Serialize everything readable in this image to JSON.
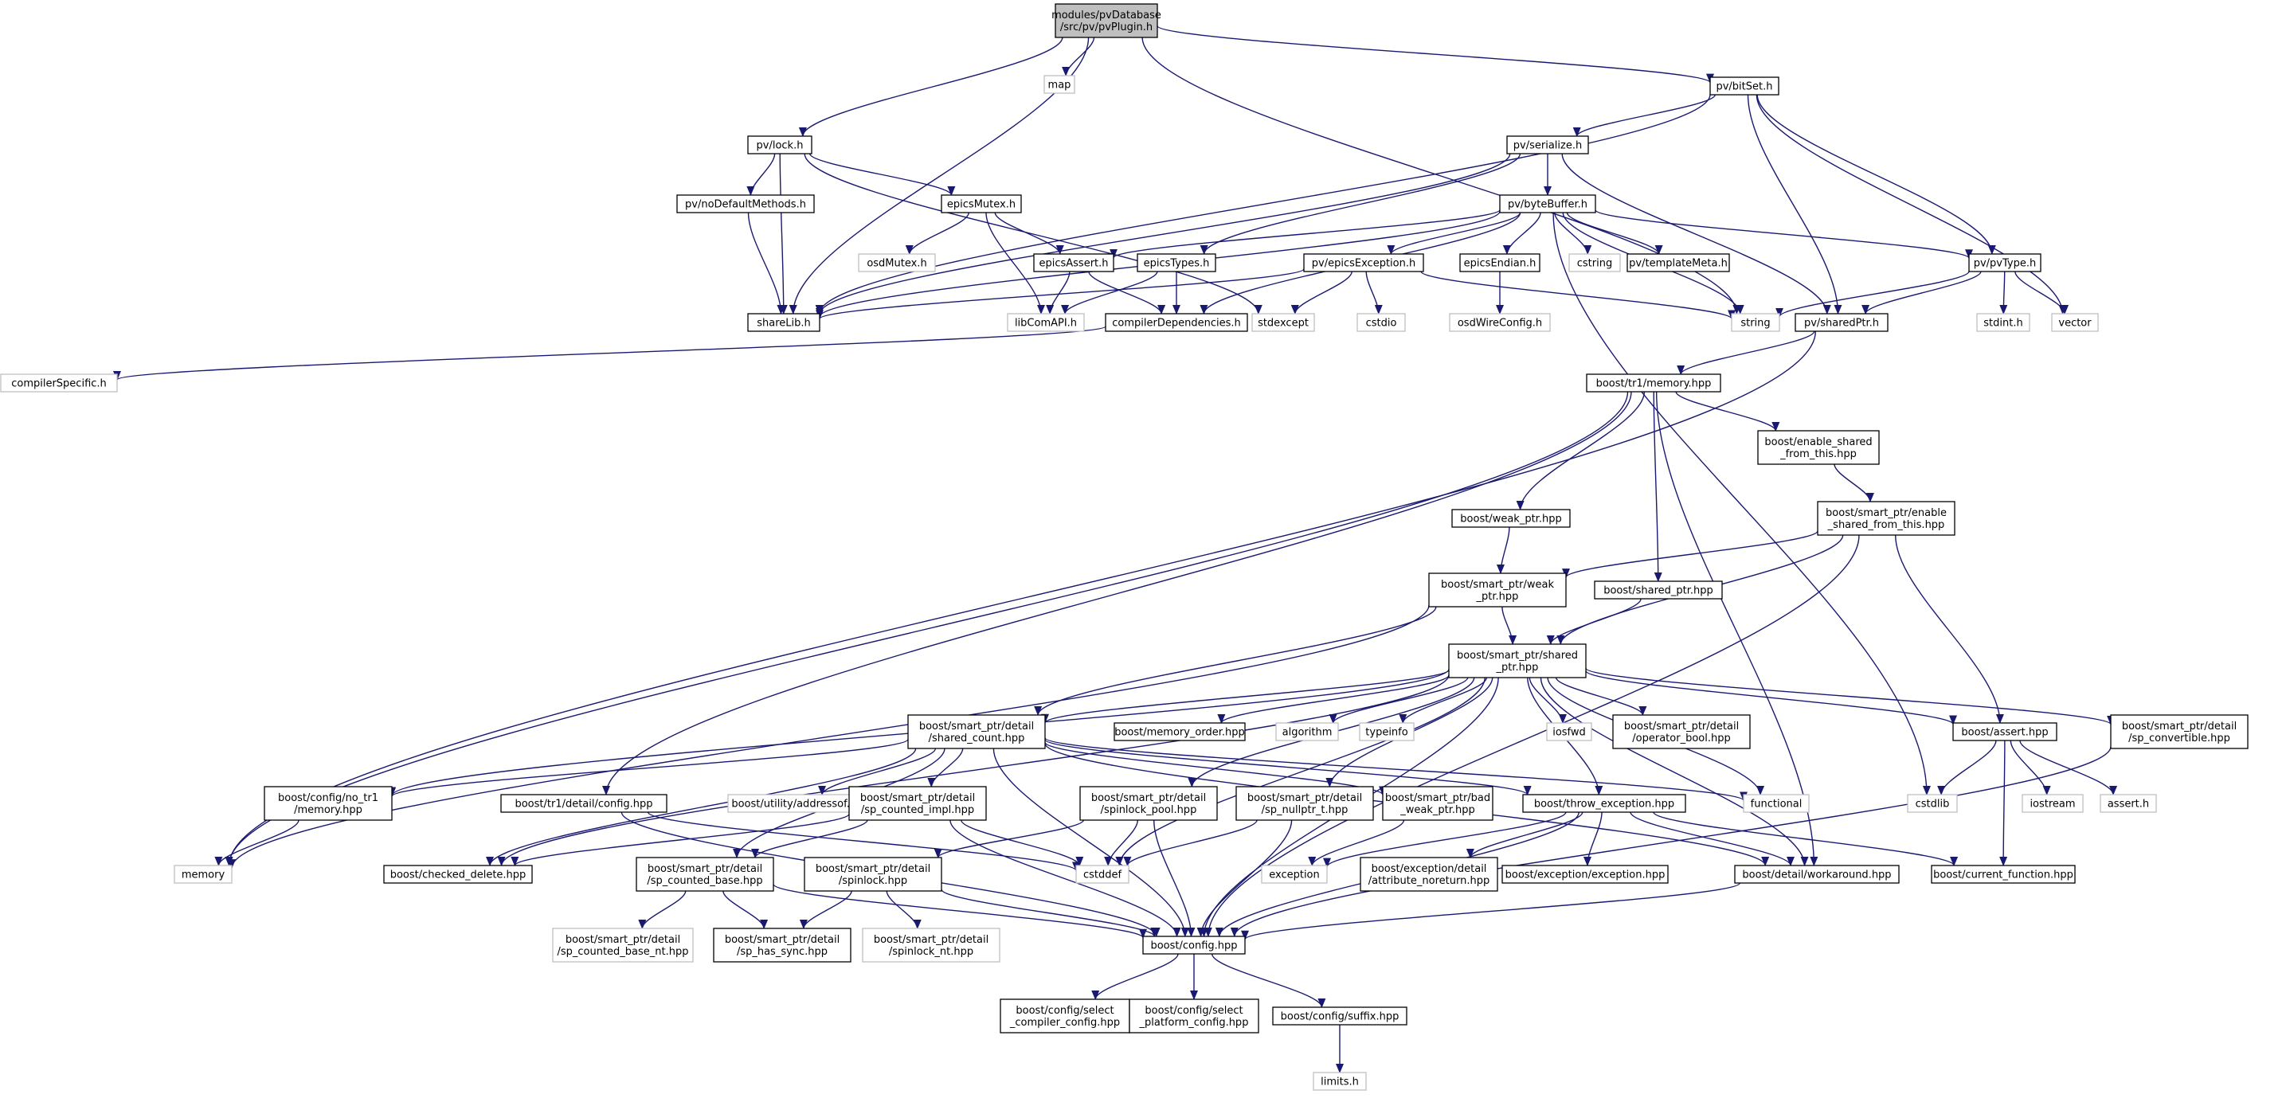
{
  "diagram": {
    "colors": {
      "edge": "#191970",
      "root_fill": "#bfbfbf",
      "node_border": "#000000",
      "external_border": "#bfbfbf",
      "text": "#000000"
    },
    "nodes": {
      "pvPlugin": {
        "lines": [
          "modules/pvDatabase",
          "/src/pv/pvPlugin.h"
        ],
        "kind": "root"
      },
      "map": {
        "lines": [
          "map"
        ],
        "kind": "external"
      },
      "lock": {
        "lines": [
          "pv/lock.h"
        ],
        "kind": "file"
      },
      "bitSet": {
        "lines": [
          "pv/bitSet.h"
        ],
        "kind": "file"
      },
      "serialize": {
        "lines": [
          "pv/serialize.h"
        ],
        "kind": "file"
      },
      "noDefaultMethods": {
        "lines": [
          "pv/noDefaultMethods.h"
        ],
        "kind": "file"
      },
      "epicsMutex": {
        "lines": [
          "epicsMutex.h"
        ],
        "kind": "file"
      },
      "byteBuffer": {
        "lines": [
          "pv/byteBuffer.h"
        ],
        "kind": "file"
      },
      "osdMutex": {
        "lines": [
          "osdMutex.h"
        ],
        "kind": "external"
      },
      "epicsAssert": {
        "lines": [
          "epicsAssert.h"
        ],
        "kind": "file"
      },
      "epicsTypes": {
        "lines": [
          "epicsTypes.h"
        ],
        "kind": "file"
      },
      "epicsException": {
        "lines": [
          "pv/epicsException.h"
        ],
        "kind": "file"
      },
      "epicsEndian": {
        "lines": [
          "epicsEndian.h"
        ],
        "kind": "file"
      },
      "cstring": {
        "lines": [
          "cstring"
        ],
        "kind": "external"
      },
      "templateMeta": {
        "lines": [
          "pv/templateMeta.h"
        ],
        "kind": "file"
      },
      "pvType": {
        "lines": [
          "pv/pvType.h"
        ],
        "kind": "file"
      },
      "shareLib": {
        "lines": [
          "shareLib.h"
        ],
        "kind": "file"
      },
      "libComAPI": {
        "lines": [
          "libComAPI.h"
        ],
        "kind": "external"
      },
      "compilerDependencies": {
        "lines": [
          "compilerDependencies.h"
        ],
        "kind": "file"
      },
      "stdexcept": {
        "lines": [
          "stdexcept"
        ],
        "kind": "external"
      },
      "cstdio": {
        "lines": [
          "cstdio"
        ],
        "kind": "external"
      },
      "osdWireConfig": {
        "lines": [
          "osdWireConfig.h"
        ],
        "kind": "external"
      },
      "string": {
        "lines": [
          "string"
        ],
        "kind": "external"
      },
      "sharedPtr": {
        "lines": [
          "pv/sharedPtr.h"
        ],
        "kind": "file"
      },
      "stdint": {
        "lines": [
          "stdint.h"
        ],
        "kind": "external"
      },
      "vector": {
        "lines": [
          "vector"
        ],
        "kind": "external"
      },
      "compilerSpecific": {
        "lines": [
          "compilerSpecific.h"
        ],
        "kind": "external"
      },
      "tr1memory": {
        "lines": [
          "boost/tr1/memory.hpp"
        ],
        "kind": "file"
      },
      "enableShared": {
        "lines": [
          "boost/enable_shared",
          "_from_this.hpp"
        ],
        "kind": "file"
      },
      "weakPtrHpp": {
        "lines": [
          "boost/weak_ptr.hpp"
        ],
        "kind": "file"
      },
      "spEnableShared": {
        "lines": [
          "boost/smart_ptr/enable",
          "_shared_from_this.hpp"
        ],
        "kind": "file"
      },
      "spWeakPtr": {
        "lines": [
          "boost/smart_ptr/weak",
          "_ptr.hpp"
        ],
        "kind": "file"
      },
      "sharedPtrHpp": {
        "lines": [
          "boost/shared_ptr.hpp"
        ],
        "kind": "file"
      },
      "spSharedPtr": {
        "lines": [
          "boost/smart_ptr/shared",
          "_ptr.hpp"
        ],
        "kind": "file"
      },
      "sharedCount": {
        "lines": [
          "boost/smart_ptr/detail",
          "/shared_count.hpp"
        ],
        "kind": "file"
      },
      "memoryOrder": {
        "lines": [
          "boost/memory_order.hpp"
        ],
        "kind": "file"
      },
      "algorithm": {
        "lines": [
          "algorithm"
        ],
        "kind": "external"
      },
      "typeinfo": {
        "lines": [
          "typeinfo"
        ],
        "kind": "external"
      },
      "iosfwd": {
        "lines": [
          "iosfwd"
        ],
        "kind": "external"
      },
      "operatorBool": {
        "lines": [
          "boost/smart_ptr/detail",
          "/operator_bool.hpp"
        ],
        "kind": "file"
      },
      "assertHpp": {
        "lines": [
          "boost/assert.hpp"
        ],
        "kind": "file"
      },
      "spConvertible": {
        "lines": [
          "boost/smart_ptr/detail",
          "/sp_convertible.hpp"
        ],
        "kind": "file"
      },
      "noTr1Memory": {
        "lines": [
          "boost/config/no_tr1",
          "/memory.hpp"
        ],
        "kind": "file"
      },
      "tr1DetailConfig": {
        "lines": [
          "boost/tr1/detail/config.hpp"
        ],
        "kind": "file"
      },
      "addressof": {
        "lines": [
          "boost/utility/addressof.hpp"
        ],
        "kind": "external"
      },
      "spCountedImpl": {
        "lines": [
          "boost/smart_ptr/detail",
          "/sp_counted_impl.hpp"
        ],
        "kind": "file"
      },
      "spinlockPool": {
        "lines": [
          "boost/smart_ptr/detail",
          "/spinlock_pool.hpp"
        ],
        "kind": "file"
      },
      "spNullptr": {
        "lines": [
          "boost/smart_ptr/detail",
          "/sp_nullptr_t.hpp"
        ],
        "kind": "file"
      },
      "badWeakPtr": {
        "lines": [
          "boost/smart_ptr/bad",
          "_weak_ptr.hpp"
        ],
        "kind": "file"
      },
      "throwException": {
        "lines": [
          "boost/throw_exception.hpp"
        ],
        "kind": "file"
      },
      "functional": {
        "lines": [
          "functional"
        ],
        "kind": "external"
      },
      "cstdlib": {
        "lines": [
          "cstdlib"
        ],
        "kind": "external"
      },
      "iostream": {
        "lines": [
          "iostream"
        ],
        "kind": "external"
      },
      "assertH": {
        "lines": [
          "assert.h"
        ],
        "kind": "external"
      },
      "memory": {
        "lines": [
          "memory"
        ],
        "kind": "external"
      },
      "checkedDelete": {
        "lines": [
          "boost/checked_delete.hpp"
        ],
        "kind": "file"
      },
      "spCountedBase": {
        "lines": [
          "boost/smart_ptr/detail",
          "/sp_counted_base.hpp"
        ],
        "kind": "file"
      },
      "spinlock": {
        "lines": [
          "boost/smart_ptr/detail",
          "/spinlock.hpp"
        ],
        "kind": "file"
      },
      "cstddef": {
        "lines": [
          "cstddef"
        ],
        "kind": "external"
      },
      "exception": {
        "lines": [
          "exception"
        ],
        "kind": "external"
      },
      "attrNoreturn": {
        "lines": [
          "boost/exception/detail",
          "/attribute_noreturn.hpp"
        ],
        "kind": "file"
      },
      "exceptionHpp": {
        "lines": [
          "boost/exception/exception.hpp"
        ],
        "kind": "file"
      },
      "workaround": {
        "lines": [
          "boost/detail/workaround.hpp"
        ],
        "kind": "file"
      },
      "currentFunction": {
        "lines": [
          "boost/current_function.hpp"
        ],
        "kind": "file"
      },
      "spCountedBaseNt": {
        "lines": [
          "boost/smart_ptr/detail",
          "/sp_counted_base_nt.hpp"
        ],
        "kind": "external"
      },
      "spHasSync": {
        "lines": [
          "boost/smart_ptr/detail",
          "/sp_has_sync.hpp"
        ],
        "kind": "file"
      },
      "spinlockNt": {
        "lines": [
          "boost/smart_ptr/detail",
          "/spinlock_nt.hpp"
        ],
        "kind": "external"
      },
      "configHpp": {
        "lines": [
          "boost/config.hpp"
        ],
        "kind": "file"
      },
      "selectCompiler": {
        "lines": [
          "boost/config/select",
          "_compiler_config.hpp"
        ],
        "kind": "file"
      },
      "selectPlatform": {
        "lines": [
          "boost/config/select",
          "_platform_config.hpp"
        ],
        "kind": "file"
      },
      "suffix": {
        "lines": [
          "boost/config/suffix.hpp"
        ],
        "kind": "file"
      },
      "limits": {
        "lines": [
          "limits.h"
        ],
        "kind": "external"
      }
    },
    "edges": [
      [
        "pvPlugin",
        "map"
      ],
      [
        "pvPlugin",
        "lock"
      ],
      [
        "pvPlugin",
        "bitSet"
      ],
      [
        "pvPlugin",
        "shareLib"
      ],
      [
        "pvPlugin",
        "string"
      ],
      [
        "lock",
        "noDefaultMethods"
      ],
      [
        "lock",
        "epicsMutex"
      ],
      [
        "lock",
        "shareLib"
      ],
      [
        "lock",
        "stdexcept"
      ],
      [
        "noDefaultMethods",
        "shareLib"
      ],
      [
        "epicsMutex",
        "osdMutex"
      ],
      [
        "epicsMutex",
        "epicsAssert"
      ],
      [
        "epicsMutex",
        "libComAPI"
      ],
      [
        "epicsAssert",
        "libComAPI"
      ],
      [
        "epicsAssert",
        "compilerDependencies"
      ],
      [
        "epicsTypes",
        "libComAPI"
      ],
      [
        "epicsTypes",
        "compilerDependencies"
      ],
      [
        "compilerDependencies",
        "compilerSpecific"
      ],
      [
        "bitSet",
        "serialize"
      ],
      [
        "bitSet",
        "shareLib"
      ],
      [
        "bitSet",
        "sharedPtr"
      ],
      [
        "bitSet",
        "pvType"
      ],
      [
        "bitSet",
        "vector"
      ],
      [
        "serialize",
        "byteBuffer"
      ],
      [
        "serialize",
        "shareLib"
      ],
      [
        "serialize",
        "epicsTypes"
      ],
      [
        "serialize",
        "sharedPtr"
      ],
      [
        "byteBuffer",
        "epicsAssert"
      ],
      [
        "byteBuffer",
        "epicsException"
      ],
      [
        "byteBuffer",
        "epicsEndian"
      ],
      [
        "byteBuffer",
        "cstring"
      ],
      [
        "byteBuffer",
        "templateMeta"
      ],
      [
        "byteBuffer",
        "pvType"
      ],
      [
        "byteBuffer",
        "shareLib"
      ],
      [
        "byteBuffer",
        "compilerDependencies"
      ],
      [
        "byteBuffer",
        "string"
      ],
      [
        "byteBuffer",
        "cstdlib"
      ],
      [
        "epicsException",
        "stdexcept"
      ],
      [
        "epicsException",
        "cstdio"
      ],
      [
        "epicsException",
        "shareLib"
      ],
      [
        "epicsException",
        "string"
      ],
      [
        "epicsEndian",
        "osdWireConfig"
      ],
      [
        "pvType",
        "stdint"
      ],
      [
        "pvType",
        "vector"
      ],
      [
        "pvType",
        "string"
      ],
      [
        "pvType",
        "sharedPtr"
      ],
      [
        "sharedPtr",
        "tr1memory"
      ],
      [
        "sharedPtr",
        "memory"
      ],
      [
        "tr1memory",
        "enableShared"
      ],
      [
        "tr1memory",
        "weakPtrHpp"
      ],
      [
        "tr1memory",
        "sharedPtrHpp"
      ],
      [
        "tr1memory",
        "tr1DetailConfig"
      ],
      [
        "tr1memory",
        "memory"
      ],
      [
        "tr1memory",
        "workaround"
      ],
      [
        "enableShared",
        "spEnableShared"
      ],
      [
        "spEnableShared",
        "spWeakPtr"
      ],
      [
        "spEnableShared",
        "spSharedPtr"
      ],
      [
        "spEnableShared",
        "assertHpp"
      ],
      [
        "spEnableShared",
        "configHpp"
      ],
      [
        "weakPtrHpp",
        "spWeakPtr"
      ],
      [
        "spWeakPtr",
        "spSharedPtr"
      ],
      [
        "spWeakPtr",
        "sharedCount"
      ],
      [
        "spWeakPtr",
        "memory"
      ],
      [
        "sharedPtrHpp",
        "spSharedPtr"
      ],
      [
        "spSharedPtr",
        "sharedCount"
      ],
      [
        "spSharedPtr",
        "memoryOrder"
      ],
      [
        "spSharedPtr",
        "algorithm"
      ],
      [
        "spSharedPtr",
        "typeinfo"
      ],
      [
        "spSharedPtr",
        "iosfwd"
      ],
      [
        "spSharedPtr",
        "operatorBool"
      ],
      [
        "spSharedPtr",
        "assertHpp"
      ],
      [
        "spSharedPtr",
        "spConvertible"
      ],
      [
        "spSharedPtr",
        "noTr1Memory"
      ],
      [
        "spSharedPtr",
        "checkedDelete"
      ],
      [
        "spSharedPtr",
        "spinlockPool"
      ],
      [
        "spSharedPtr",
        "spNullptr"
      ],
      [
        "spSharedPtr",
        "throwException"
      ],
      [
        "spSharedPtr",
        "functional"
      ],
      [
        "spSharedPtr",
        "workaround"
      ],
      [
        "spSharedPtr",
        "cstddef"
      ],
      [
        "spSharedPtr",
        "configHpp"
      ],
      [
        "sharedCount",
        "noTr1Memory"
      ],
      [
        "sharedCount",
        "addressof"
      ],
      [
        "sharedCount",
        "spCountedImpl"
      ],
      [
        "sharedCount",
        "badWeakPtr"
      ],
      [
        "sharedCount",
        "throwException"
      ],
      [
        "sharedCount",
        "functional"
      ],
      [
        "sharedCount",
        "checkedDelete"
      ],
      [
        "sharedCount",
        "spCountedBase"
      ],
      [
        "sharedCount",
        "workaround"
      ],
      [
        "sharedCount",
        "configHpp"
      ],
      [
        "noTr1Memory",
        "memory"
      ],
      [
        "tr1DetailConfig",
        "configHpp"
      ],
      [
        "tr1DetailConfig",
        "cstddef"
      ],
      [
        "spCountedImpl",
        "checkedDelete"
      ],
      [
        "spCountedImpl",
        "spCountedBase"
      ],
      [
        "spCountedImpl",
        "cstddef"
      ],
      [
        "spCountedImpl",
        "configHpp"
      ],
      [
        "spinlockPool",
        "spinlock"
      ],
      [
        "spinlockPool",
        "cstddef"
      ],
      [
        "spinlockPool",
        "configHpp"
      ],
      [
        "spNullptr",
        "cstddef"
      ],
      [
        "spNullptr",
        "configHpp"
      ],
      [
        "badWeakPtr",
        "exception"
      ],
      [
        "throwException",
        "exception"
      ],
      [
        "throwException",
        "attrNoreturn"
      ],
      [
        "throwException",
        "exceptionHpp"
      ],
      [
        "throwException",
        "workaround"
      ],
      [
        "throwException",
        "currentFunction"
      ],
      [
        "throwException",
        "configHpp"
      ],
      [
        "assertHpp",
        "cstdlib"
      ],
      [
        "assertHpp",
        "iostream"
      ],
      [
        "assertHpp",
        "assertH"
      ],
      [
        "assertHpp",
        "currentFunction"
      ],
      [
        "spConvertible",
        "configHpp"
      ],
      [
        "spCountedBase",
        "spCountedBaseNt"
      ],
      [
        "spCountedBase",
        "spHasSync"
      ],
      [
        "spCountedBase",
        "configHpp"
      ],
      [
        "spinlock",
        "spHasSync"
      ],
      [
        "spinlock",
        "spinlockNt"
      ],
      [
        "spinlock",
        "configHpp"
      ],
      [
        "workaround",
        "configHpp"
      ],
      [
        "configHpp",
        "selectCompiler"
      ],
      [
        "configHpp",
        "selectPlatform"
      ],
      [
        "configHpp",
        "suffix"
      ],
      [
        "suffix",
        "limits"
      ]
    ]
  }
}
